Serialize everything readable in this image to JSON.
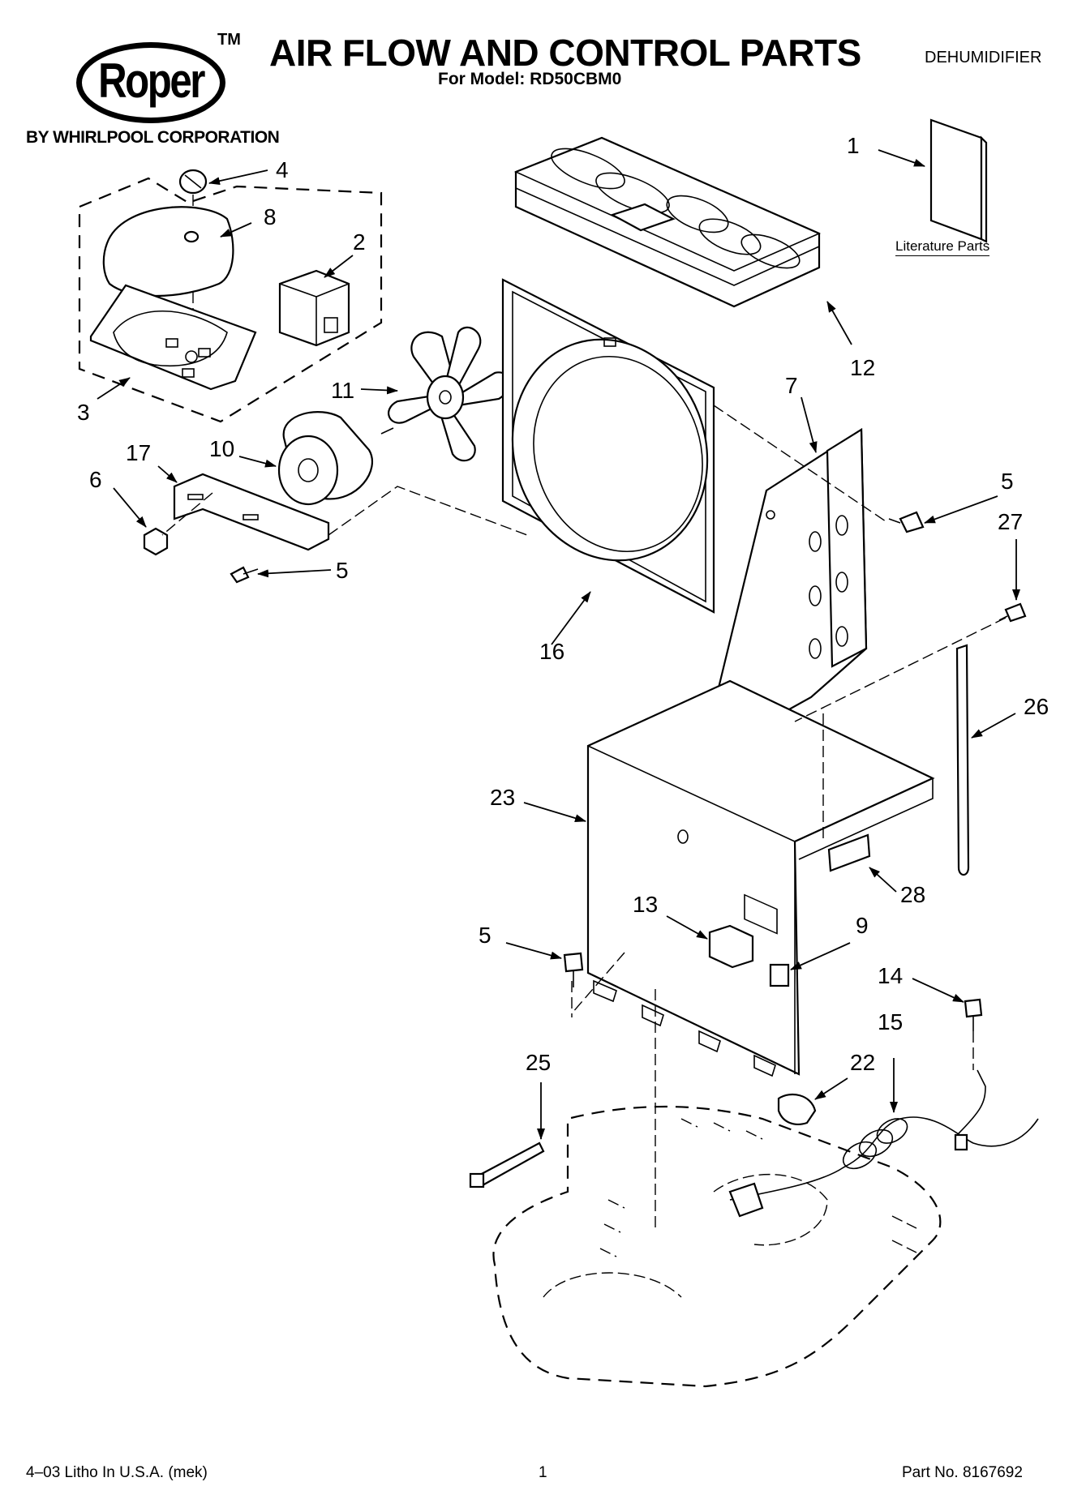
{
  "header": {
    "brand_logo_text": "Roper",
    "brand_tm": "TM",
    "byline": "BY WHIRLPOOL CORPORATION",
    "title": "AIR FLOW AND CONTROL PARTS",
    "model_line": "For Model: RD50CBM0",
    "category": "DEHUMIDIFIER"
  },
  "diagram": {
    "literature_label": "Literature Parts",
    "callouts": [
      "1",
      "4",
      "8",
      "2",
      "3",
      "12",
      "11",
      "7",
      "17",
      "10",
      "6",
      "5",
      "27",
      "5",
      "16",
      "26",
      "23",
      "28",
      "13",
      "9",
      "5",
      "14",
      "15",
      "25",
      "22"
    ]
  },
  "footer": {
    "left": "4–03 Litho In U.S.A. (mek)",
    "page_number": "1",
    "part_number": "Part No. 8167692"
  }
}
